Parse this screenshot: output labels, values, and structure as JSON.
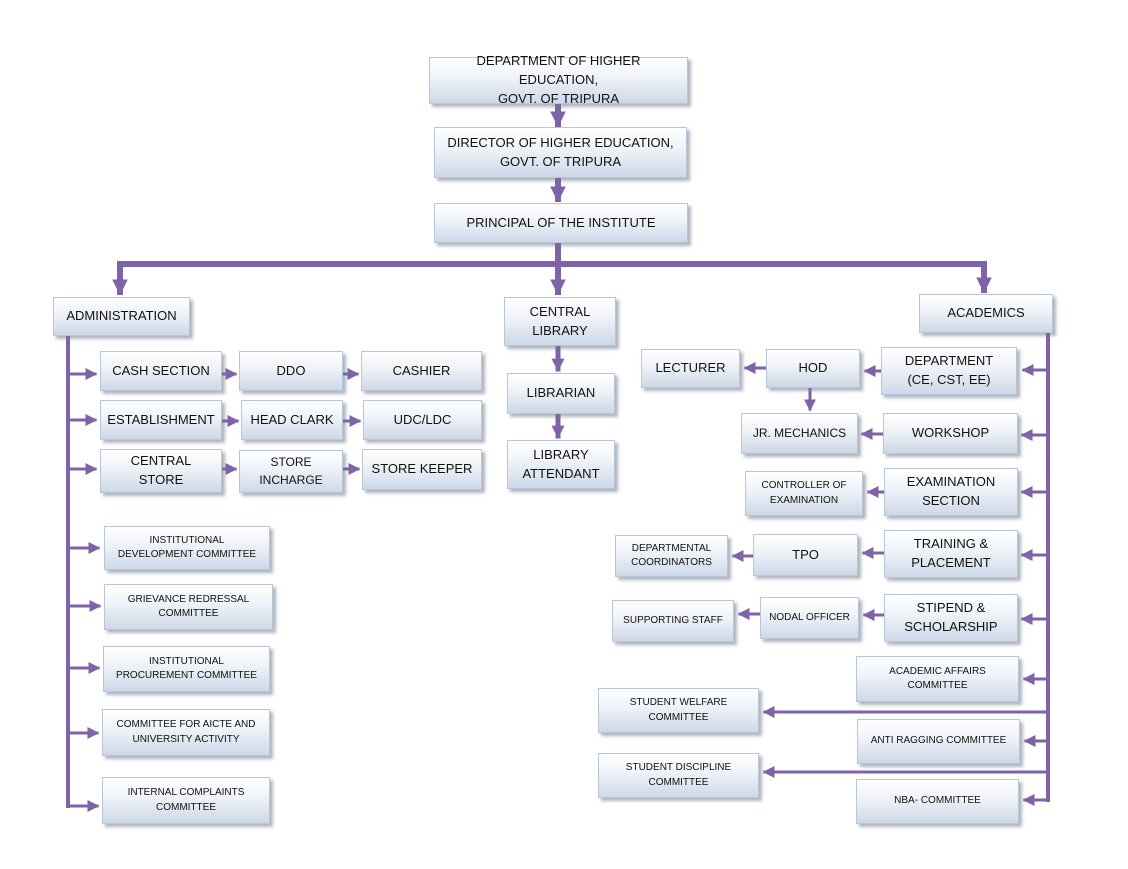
{
  "colors": {
    "connector": "#7f63a8",
    "box_border": "#b9c6d8",
    "box_fill_top": "#ffffff",
    "box_fill_bottom": "#cdd8e8"
  },
  "nodes": {
    "dept_higher_edu": "DEPARTMENT OF HIGHER EDUCATION,\nGOVT. OF TRIPURA",
    "director_higher_edu": "DIRECTOR OF HIGHER EDUCATION,\nGOVT. OF TRIPURA",
    "principal": "PRINCIPAL OF THE INSTITUTE",
    "administration": "ADMINISTRATION",
    "central_library": "CENTRAL\nLIBRARY",
    "academics": "ACADEMICS",
    "cash_section": "CASH SECTION",
    "ddo": "DDO",
    "cashier": "CASHIER",
    "establishment": "ESTABLISHMENT",
    "head_clark": "HEAD CLARK",
    "udc_ldc": "UDC/LDC",
    "central_store": "CENTRAL STORE",
    "store_incharge": "STORE\nINCHARGE",
    "store_keeper": "STORE KEEPER",
    "institutional_development": "INSTITUTIONAL\nDEVELOPMENT COMMITTEE",
    "grievance_redressal": "GRIEVANCE REDRESSAL\nCOMMITTEE",
    "institutional_procurement": "INSTITUTIONAL\nPROCUREMENT COMMITTEE",
    "aicte_university": "COMMITTEE FOR AICTE AND\nUNIVERSITY ACTIVITY",
    "internal_complaints": "INTERNAL COMPLAINTS\nCOMMITTEE",
    "librarian": "LIBRARIAN",
    "library_attendant": "LIBRARY\nATTENDANT",
    "department": "DEPARTMENT\n(CE, CST, EE)",
    "hod": "HOD",
    "lecturer": "LECTURER",
    "workshop": "WORKSHOP",
    "jr_mechanics": "JR. MECHANICS",
    "examination_section": "EXAMINATION\nSECTION",
    "controller_examination": "CONTROLLER OF\nEXAMINATION",
    "training_placement": "TRAINING &\nPLACEMENT",
    "tpo": "TPO",
    "departmental_coordinators": "DEPARTMENTAL\nCOORDINATORS",
    "stipend_scholarship": "STIPEND &\nSCHOLARSHIP",
    "nodal_officer": "NODAL OFFICER",
    "supporting_staff": "SUPPORTING STAFF",
    "academic_affairs": "ACADEMIC AFFAIRS\nCOMMITTEE",
    "student_welfare": "STUDENT WELFARE\nCOMMITTEE",
    "anti_ragging": "ANTI RAGGING COMMITTEE",
    "student_discipline": "STUDENT DISCIPLINE\nCOMMITTEE",
    "nba_committee": "NBA- COMMITTEE"
  }
}
